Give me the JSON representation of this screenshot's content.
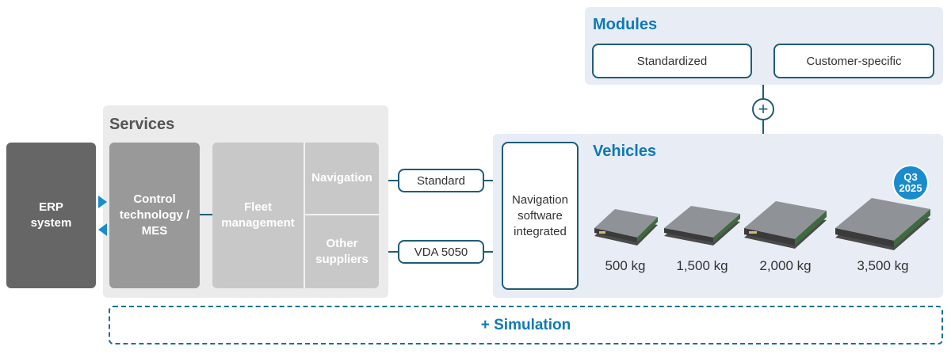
{
  "modules": {
    "title": "Modules",
    "items": [
      "Standardized",
      "Customer-specific"
    ]
  },
  "plus_icon": "plus-circle-icon",
  "services": {
    "title": "Services",
    "control": "Control technology / MES",
    "fleet": "Fleet management",
    "navigation": "Navigation",
    "other": "Other suppliers"
  },
  "erp": "ERP system",
  "interfaces": [
    "Standard",
    "VDA 5050"
  ],
  "nav_software": "Navigation software integrated",
  "vehicles": {
    "title": "Vehicles",
    "badge": {
      "line1": "Q3",
      "line2": "2025"
    },
    "items": [
      {
        "label": "500 kg"
      },
      {
        "label": "1,500 kg"
      },
      {
        "label": "2,000 kg"
      },
      {
        "label": "3,500 kg"
      }
    ]
  },
  "simulation": "+ Simulation",
  "colors": {
    "accent": "#0e7ab4",
    "line": "#1f5d78",
    "erp": "#666666",
    "control": "#999999",
    "fleet": "#c8c8c8"
  }
}
